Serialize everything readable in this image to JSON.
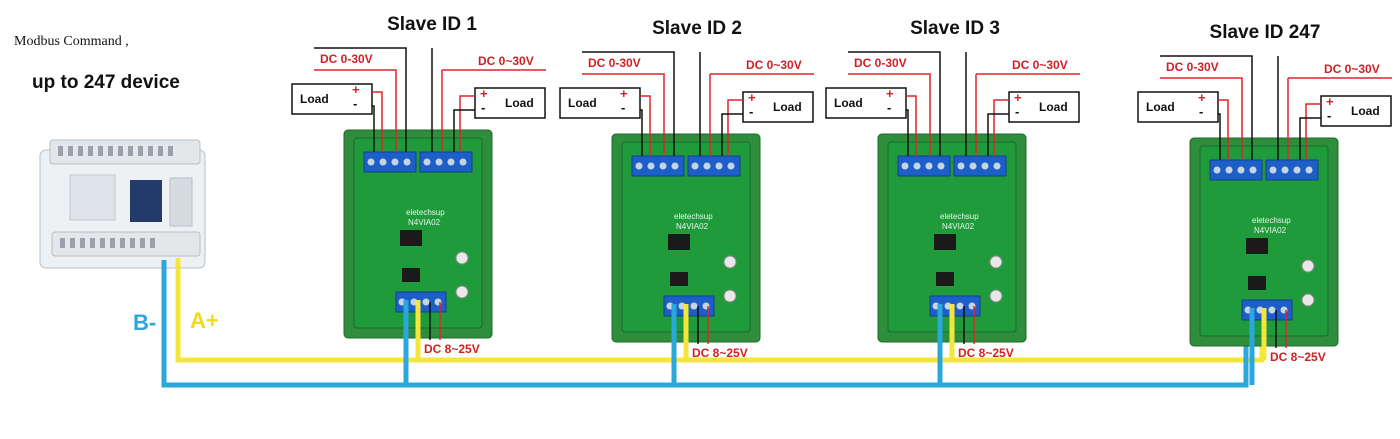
{
  "header": {
    "command_label": "Modbus Command ,",
    "device_limit": "up to 247 device"
  },
  "bus": {
    "b_label": "B-",
    "a_label": "A+",
    "colors": {
      "a_line": "#f5e63b",
      "b_line": "#2aa7dd",
      "power_wire": "#e0242a"
    }
  },
  "modules": [
    {
      "title": "Slave ID 1",
      "dc_left": "DC 0-30V",
      "dc_right": "DC 0~30V",
      "load_left": "Load",
      "load_right": "Load",
      "power": "DC 8~25V",
      "brand": "eletechsup",
      "model": "N4VIA02"
    },
    {
      "title": "Slave ID 2",
      "dc_left": "DC 0-30V",
      "dc_right": "DC 0~30V",
      "load_left": "Load",
      "load_right": "Load",
      "power": "DC 8~25V",
      "brand": "eletechsup",
      "model": "N4VIA02"
    },
    {
      "title": "Slave ID 3",
      "dc_left": "DC 0-30V",
      "dc_right": "DC 0~30V",
      "load_left": "Load",
      "load_right": "Load",
      "power": "DC 8~25V",
      "brand": "eletechsup",
      "model": "N4VIA02"
    },
    {
      "title": "Slave ID 247",
      "dc_left": "DC 0-30V",
      "dc_right": "DC 0~30V",
      "load_left": "Load",
      "load_right": "Load",
      "power": "DC 8~25V",
      "brand": "eletechsup",
      "model": "N4VIA02"
    }
  ]
}
